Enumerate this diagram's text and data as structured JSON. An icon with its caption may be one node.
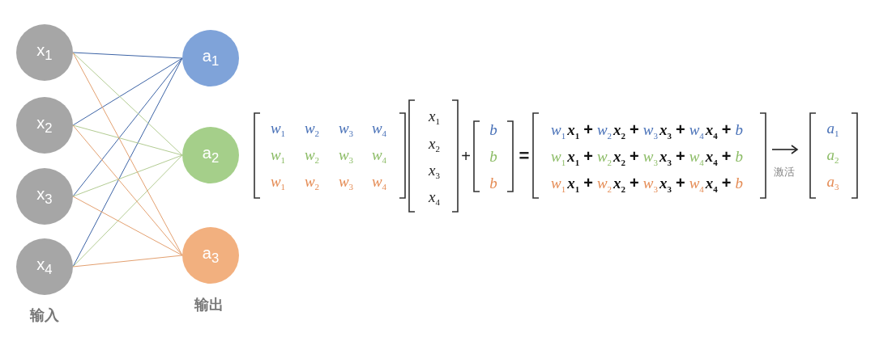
{
  "diagram": {
    "nodes": [
      {
        "text": [
          "x$_{1}$"
        ]
      },
      {
        "text": [
          "x$_{2}$"
        ]
      },
      {
        "text": [
          "x$_{3}$"
        ]
      },
      {
        "text": [
          "x$_{4}$"
        ]
      },
      {
        "text": [
          "a$_{1}$"
        ]
      },
      {
        "text": [
          "a$_{2}$"
        ]
      },
      {
        "text": [
          "a$_{3}$"
        ]
      }
    ],
    "edges": [
      {
        "from": 0,
        "to": 4,
        "arrow": "none",
        "color": "#3d64a6"
      },
      {
        "from": 1,
        "to": 4,
        "arrow": "none",
        "color": "#3d64a6"
      },
      {
        "from": 2,
        "to": 4,
        "arrow": "none",
        "color": "#3d64a6"
      },
      {
        "from": 3,
        "to": 4,
        "arrow": "none",
        "color": "#3d64a6"
      },
      {
        "from": 0,
        "to": 5,
        "arrow": "none",
        "color": "#b3cc93"
      },
      {
        "from": 1,
        "to": 5,
        "arrow": "none",
        "color": "#b3cc93"
      },
      {
        "from": 2,
        "to": 5,
        "arrow": "none",
        "color": "#b3cc93"
      },
      {
        "from": 3,
        "to": 5,
        "arrow": "none",
        "color": "#b3cc93"
      },
      {
        "from": 0,
        "to": 6,
        "arrow": "none",
        "color": "#e3a070"
      },
      {
        "from": 1,
        "to": 6,
        "arrow": "none",
        "color": "#e3a070"
      },
      {
        "from": 2,
        "to": 6,
        "arrow": "none",
        "color": "#e3a070"
      },
      {
        "from": 3,
        "to": 6,
        "arrow": "none",
        "color": "#e3a070"
      }
    ],
    "labels": [
      "输入",
      "输出",
      "w$_{1}$",
      "w$_{2}$",
      "w$_{3}$",
      "w$_{4}$",
      "w$_{1}$",
      "w$_{2}$",
      "w$_{3}$",
      "w$_{4}$",
      "w$_{1}$",
      "w$_{2}$",
      "w$_{3}$",
      "w$_{4}$",
      "x$_{1}$",
      "x$_{2}$",
      "x$_{3}$",
      "x$_{4}$",
      "+",
      "b",
      "b",
      "b",
      "=",
      "w$_{1}$",
      "x$_{1}$",
      "+",
      "w$_{2}$",
      "x$_{2}$",
      "+",
      "w$_{3}$",
      "x$_{3}$",
      "+",
      "w$_{4}$",
      "x$_{4}$",
      "+",
      "b",
      "w$_{1}$",
      "x$_{1}$",
      "+",
      "w$_{2}$",
      "x$_{2}$",
      "+",
      "w$_{3}$",
      "x$_{3}$",
      "+",
      "w$_{4}$",
      "x$_{4}$",
      "+",
      "b",
      "w$_{1}$",
      "x$_{1}$",
      "+",
      "w$_{2}$",
      "x$_{2}$",
      "+",
      "w$_{3}$",
      "x$_{3}$",
      "+",
      "w$_{4}$",
      "x$_{4}$",
      "+",
      "b",
      "激活",
      "a$_{1}$",
      "a$_{2}$",
      "a$_{3}$"
    ]
  }
}
